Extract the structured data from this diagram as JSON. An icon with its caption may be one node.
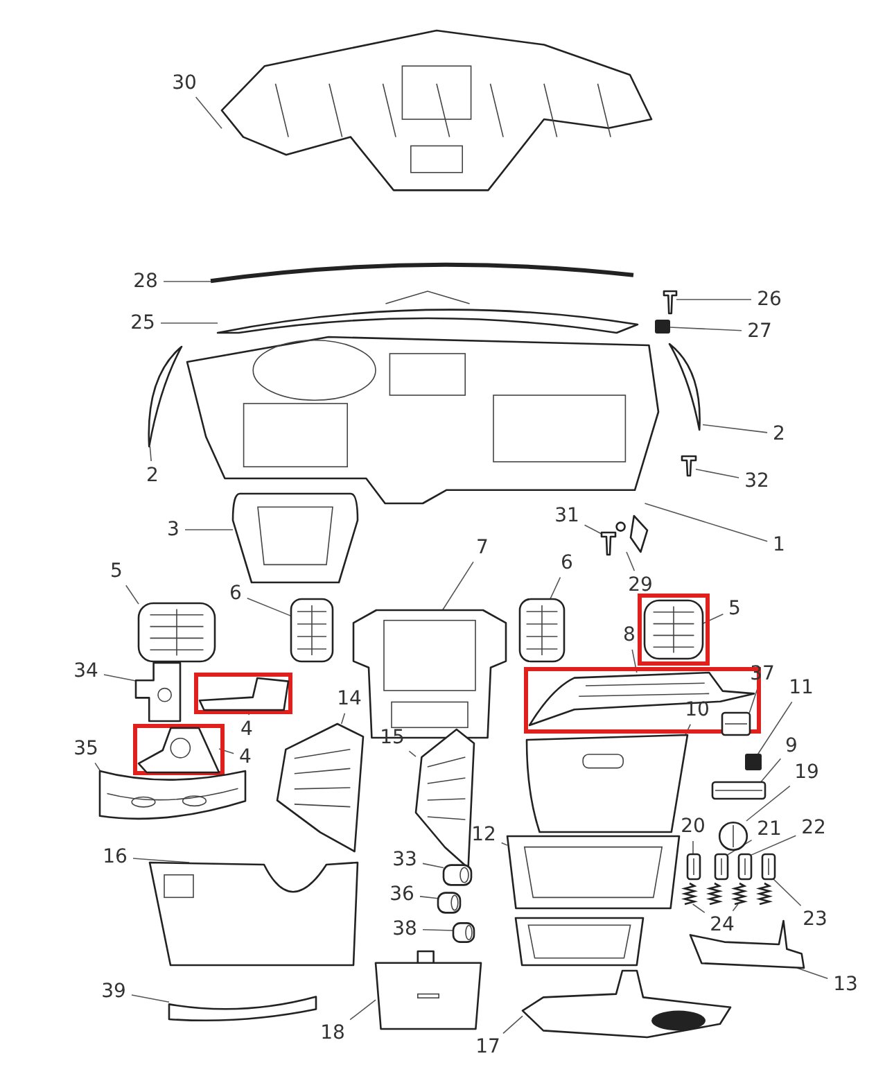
{
  "diagram": {
    "nodes": [
      {
        "text": [
          "30"
        ]
      },
      {
        "text": [],
        "shape": "picture"
      },
      {
        "text": [
          "28"
        ]
      },
      {
        "text": [],
        "shape": "picture"
      },
      {
        "text": [
          "25"
        ]
      },
      {
        "text": [],
        "shape": "picture"
      },
      {
        "text": [
          "26"
        ]
      },
      {
        "text": [],
        "shape": "picture"
      },
      {
        "text": [
          "27"
        ]
      },
      {
        "text": [],
        "shape": "box"
      },
      {
        "text": [
          "2"
        ]
      },
      {
        "text": [],
        "shape": "picture"
      },
      {
        "text": [
          "2"
        ]
      },
      {
        "text": [],
        "shape": "picture"
      },
      {
        "text": [
          "32"
        ]
      },
      {
        "text": [],
        "shape": "picture"
      },
      {
        "text": [
          "1"
        ]
      },
      {
        "text": [],
        "shape": "picture"
      },
      {
        "text": [
          "3"
        ]
      },
      {
        "text": [],
        "shape": "picture"
      },
      {
        "text": [
          "31"
        ]
      },
      {
        "text": [],
        "shape": "picture"
      },
      {
        "text": [
          "29"
        ]
      },
      {
        "text": [],
        "shape": "picture"
      },
      {
        "text": [
          "7"
        ]
      },
      {
        "text": [],
        "shape": "picture"
      },
      {
        "text": [
          "5"
        ]
      },
      {
        "text": [],
        "shape": "picture"
      },
      {
        "text": [
          "6"
        ]
      },
      {
        "text": [],
        "shape": "picture"
      },
      {
        "text": [
          "6"
        ]
      },
      {
        "text": [],
        "shape": "picture"
      },
      {
        "text": [
          "5"
        ]
      },
      {
        "text": [],
        "shape": "picture"
      },
      {
        "text": [
          "8"
        ]
      },
      {
        "text": [],
        "shape": "picture"
      },
      {
        "text": [
          "37"
        ]
      },
      {
        "text": [],
        "shape": "picture"
      },
      {
        "text": [
          "34"
        ]
      },
      {
        "text": [],
        "shape": "picture"
      },
      {
        "text": [
          "4"
        ]
      },
      {
        "text": [],
        "shape": "picture"
      },
      {
        "text": [
          "10"
        ]
      },
      {
        "text": [],
        "shape": "picture"
      },
      {
        "text": [
          "11"
        ]
      },
      {
        "text": [],
        "shape": "box"
      },
      {
        "text": [
          "4"
        ]
      },
      {
        "text": [],
        "shape": "picture"
      },
      {
        "text": [
          "14"
        ]
      },
      {
        "text": [],
        "shape": "picture"
      },
      {
        "text": [
          "15"
        ]
      },
      {
        "text": [],
        "shape": "picture"
      },
      {
        "text": [
          "35"
        ]
      },
      {
        "text": [],
        "shape": "picture"
      },
      {
        "text": [
          "9"
        ]
      },
      {
        "text": [],
        "shape": "picture"
      },
      {
        "text": [
          "19"
        ]
      },
      {
        "text": [],
        "shape": "picture"
      },
      {
        "text": [
          "16"
        ]
      },
      {
        "text": [],
        "shape": "picture"
      },
      {
        "text": [
          "12"
        ]
      },
      {
        "text": [],
        "shape": "picture"
      },
      {
        "text": [
          "20"
        ]
      },
      {
        "text": [],
        "shape": "picture"
      },
      {
        "text": [
          "21"
        ]
      },
      {
        "text": [],
        "shape": "picture"
      },
      {
        "text": [
          "22"
        ]
      },
      {
        "text": [],
        "shape": "picture"
      },
      {
        "text": [
          "33"
        ]
      },
      {
        "text": [],
        "shape": "picture"
      },
      {
        "text": [
          "36"
        ]
      },
      {
        "text": [],
        "shape": "picture"
      },
      {
        "text": [
          "24"
        ]
      },
      {
        "text": [],
        "shape": "picture"
      },
      {
        "text": [],
        "shape": "picture"
      },
      {
        "text": [
          "23"
        ]
      },
      {
        "text": [],
        "shape": "picture"
      },
      {
        "text": [
          "38"
        ]
      },
      {
        "text": [],
        "shape": "picture"
      },
      {
        "text": [
          "13"
        ]
      },
      {
        "text": [],
        "shape": "picture"
      },
      {
        "text": [
          "39"
        ]
      },
      {
        "text": [],
        "shape": "picture"
      },
      {
        "text": [
          "18"
        ]
      },
      {
        "text": [],
        "shape": "picture"
      },
      {
        "text": [
          "17"
        ]
      },
      {
        "text": [],
        "shape": "picture"
      }
    ],
    "edges": [
      {
        "from": 0,
        "to": 1,
        "arrow": "none"
      },
      {
        "from": 2,
        "to": 3,
        "arrow": "none"
      },
      {
        "from": 4,
        "to": 5,
        "arrow": "none"
      },
      {
        "from": 6,
        "to": 7,
        "arrow": "none"
      },
      {
        "from": 8,
        "to": 9,
        "arrow": "none"
      },
      {
        "from": 10,
        "to": 11,
        "arrow": "none"
      },
      {
        "from": 12,
        "to": 13,
        "arrow": "none"
      },
      {
        "from": 14,
        "to": 15,
        "arrow": "none"
      },
      {
        "from": 16,
        "to": 17,
        "arrow": "none"
      },
      {
        "from": 18,
        "to": 19,
        "arrow": "none"
      },
      {
        "from": 20,
        "to": 21,
        "arrow": "none"
      },
      {
        "from": 22,
        "to": 23,
        "arrow": "none"
      },
      {
        "from": 24,
        "to": 25,
        "arrow": "none"
      },
      {
        "from": 26,
        "to": 27,
        "arrow": "none"
      },
      {
        "from": 28,
        "to": 29,
        "arrow": "none"
      },
      {
        "from": 30,
        "to": 31,
        "arrow": "none"
      },
      {
        "from": 32,
        "to": 33,
        "arrow": "none"
      },
      {
        "from": 34,
        "to": 35,
        "arrow": "none"
      },
      {
        "from": 36,
        "to": 37,
        "arrow": "none"
      },
      {
        "from": 38,
        "to": 39,
        "arrow": "none"
      },
      {
        "from": 40,
        "to": 41,
        "arrow": "none"
      },
      {
        "from": 42,
        "to": 43,
        "arrow": "none"
      },
      {
        "from": 44,
        "to": 45,
        "arrow": "none"
      },
      {
        "from": 46,
        "to": 47,
        "arrow": "none"
      },
      {
        "from": 48,
        "to": 49,
        "arrow": "none"
      },
      {
        "from": 50,
        "to": 51,
        "arrow": "none"
      },
      {
        "from": 52,
        "to": 53,
        "arrow": "none"
      },
      {
        "from": 54,
        "to": 55,
        "arrow": "none"
      },
      {
        "from": 56,
        "to": 57,
        "arrow": "none"
      },
      {
        "from": 58,
        "to": 59,
        "arrow": "none"
      },
      {
        "from": 60,
        "to": 61,
        "arrow": "none"
      },
      {
        "from": 62,
        "to": 63,
        "arrow": "none"
      },
      {
        "from": 64,
        "to": 65,
        "arrow": "none"
      },
      {
        "from": 66,
        "to": 67,
        "arrow": "none"
      },
      {
        "from": 68,
        "to": 69,
        "arrow": "none"
      },
      {
        "from": 70,
        "to": 71,
        "arrow": "none"
      },
      {
        "from": 72,
        "to": 73,
        "arrow": "none"
      },
      {
        "from": 72,
        "to": 74,
        "arrow": "none"
      },
      {
        "from": 75,
        "to": 76,
        "arrow": "none"
      },
      {
        "from": 77,
        "to": 78,
        "arrow": "none"
      },
      {
        "from": 79,
        "to": 80,
        "arrow": "none"
      },
      {
        "from": 81,
        "to": 82,
        "arrow": "none"
      },
      {
        "from": 83,
        "to": 84,
        "arrow": "none"
      },
      {
        "from": 85,
        "to": 86,
        "arrow": "none"
      }
    ]
  }
}
